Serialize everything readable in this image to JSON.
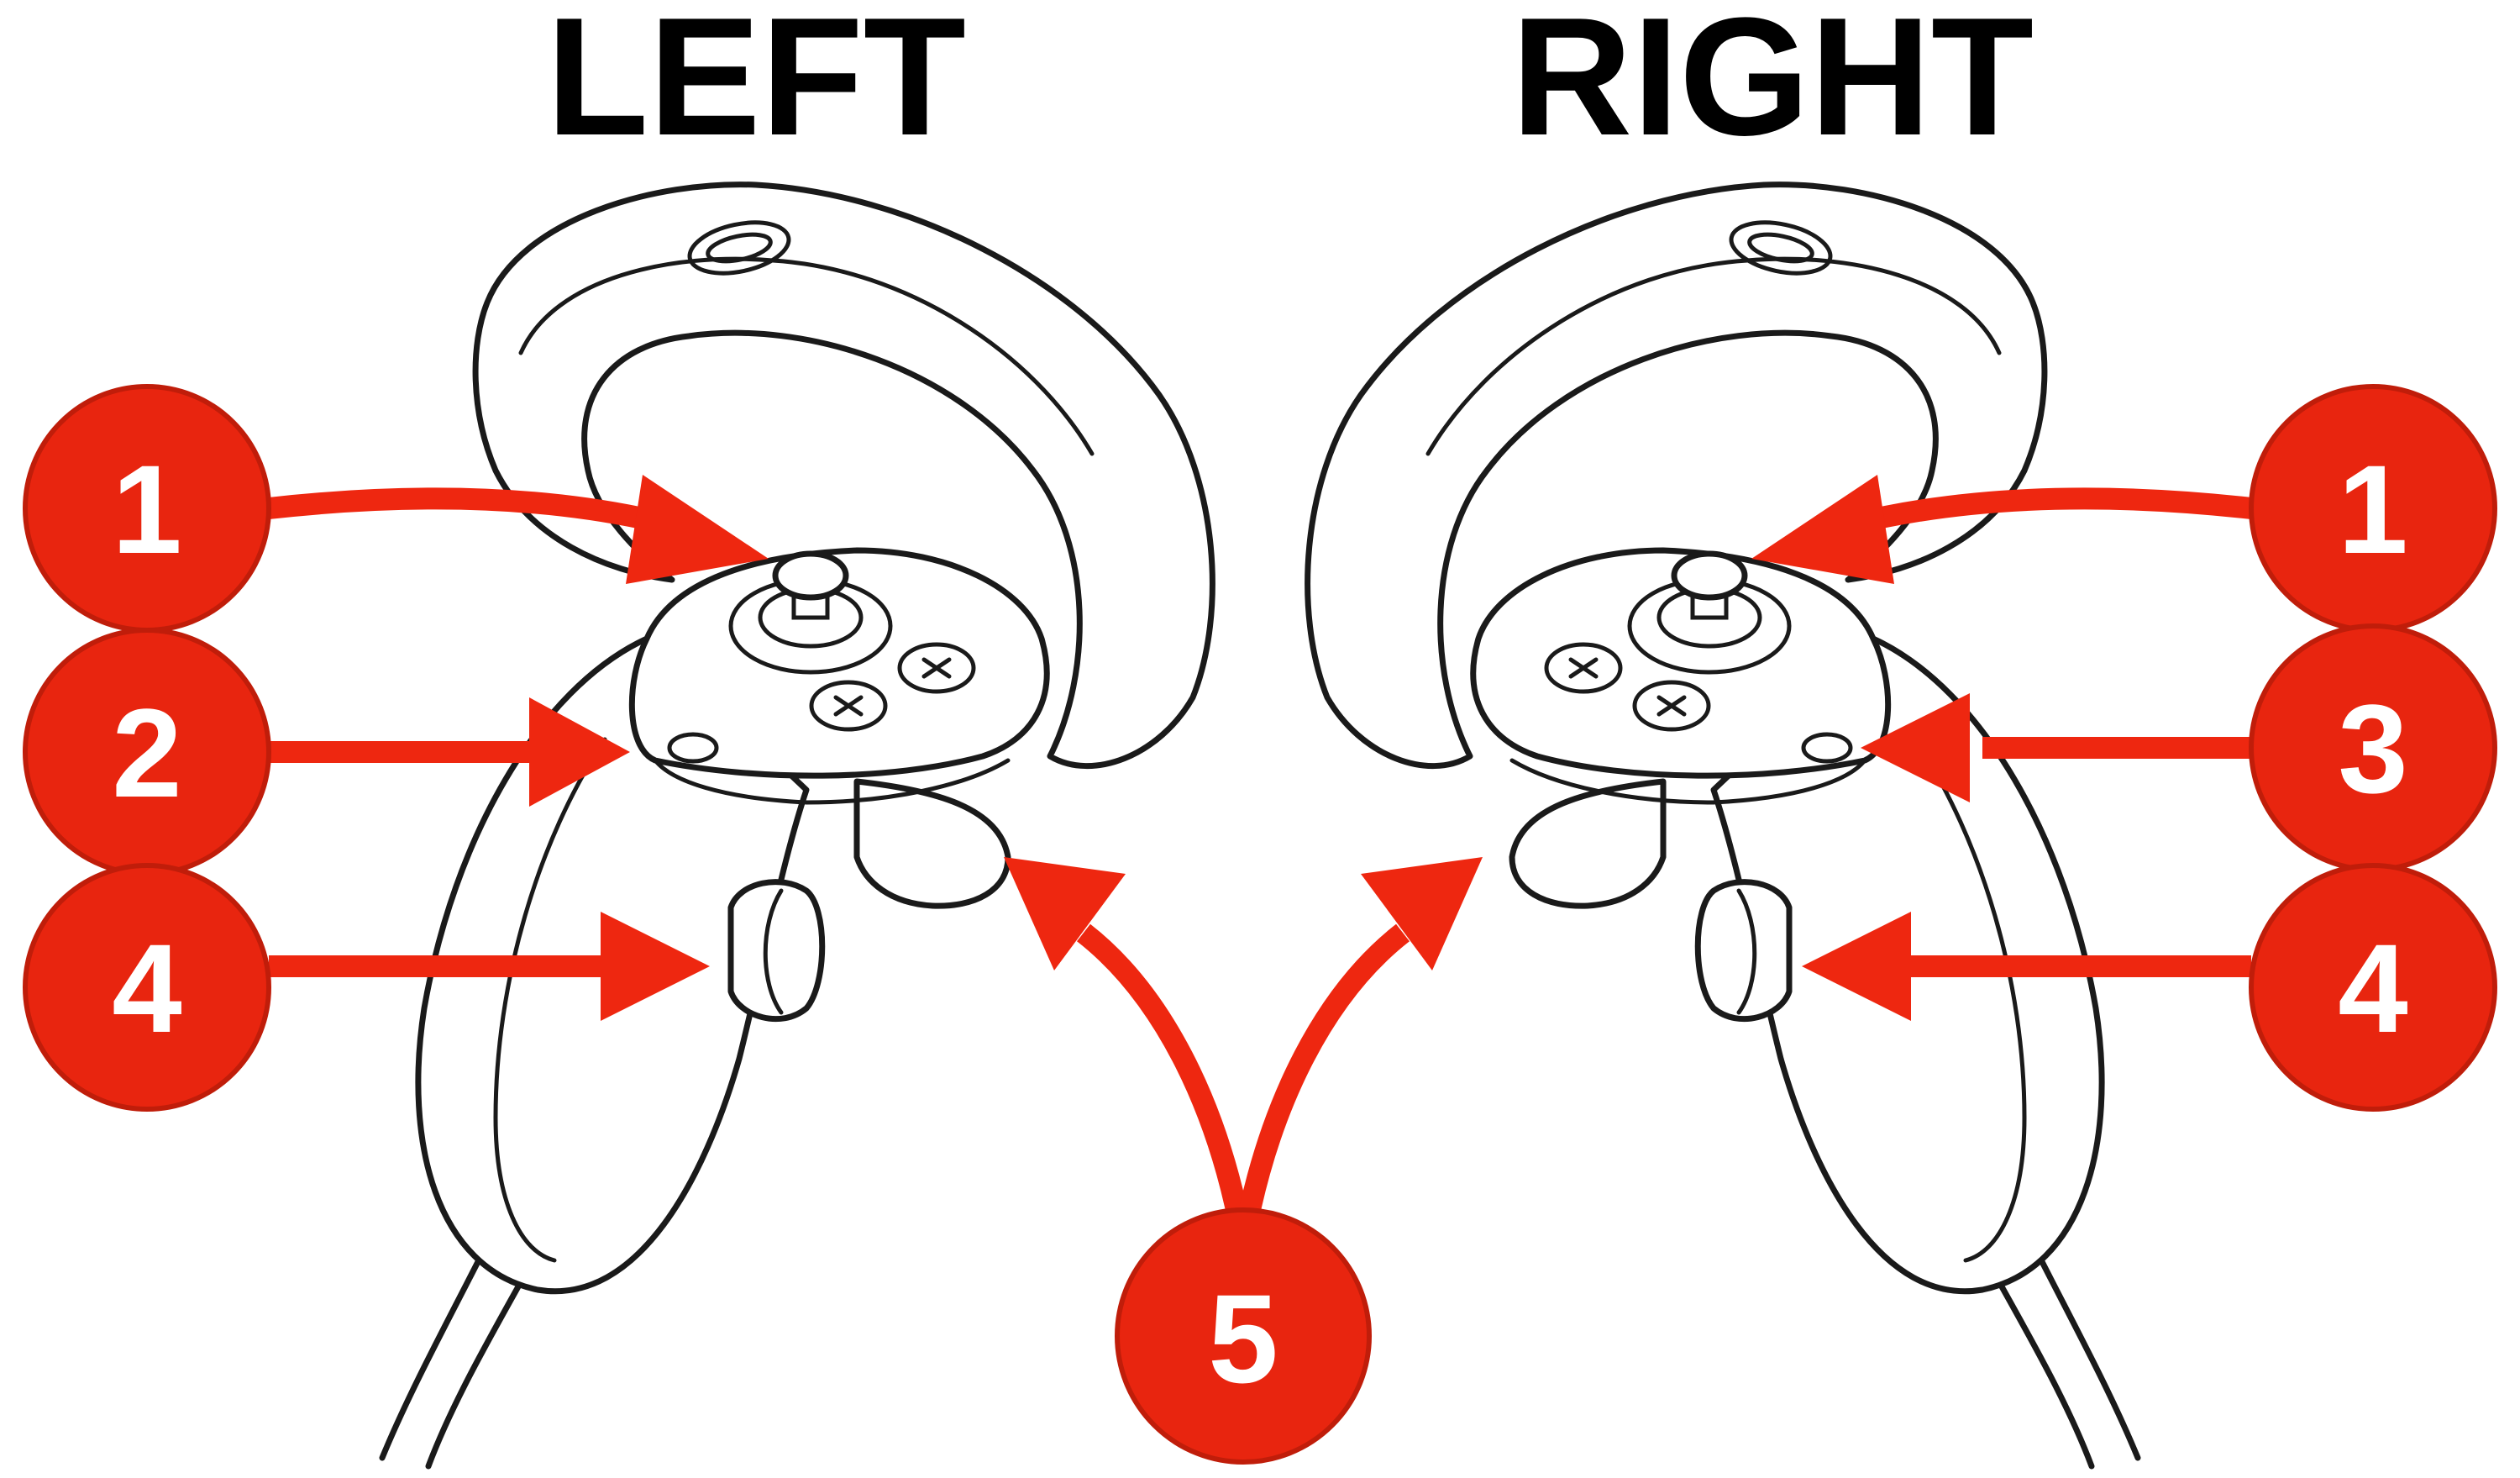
{
  "titles": {
    "left": "LEFT",
    "right": "RIGHT"
  },
  "badges": {
    "left_thumbstick": "1",
    "left_menu_button": "2",
    "left_grip": "4",
    "right_thumbstick": "1",
    "right_oculus_button": "3",
    "right_grip": "4",
    "triggers": "5"
  },
  "colors": {
    "badge": "#e8250f",
    "badge_rim": "#c01d0a",
    "arrow": "#ee2710",
    "outline": "#1a1a1a",
    "background": "#ffffff"
  }
}
